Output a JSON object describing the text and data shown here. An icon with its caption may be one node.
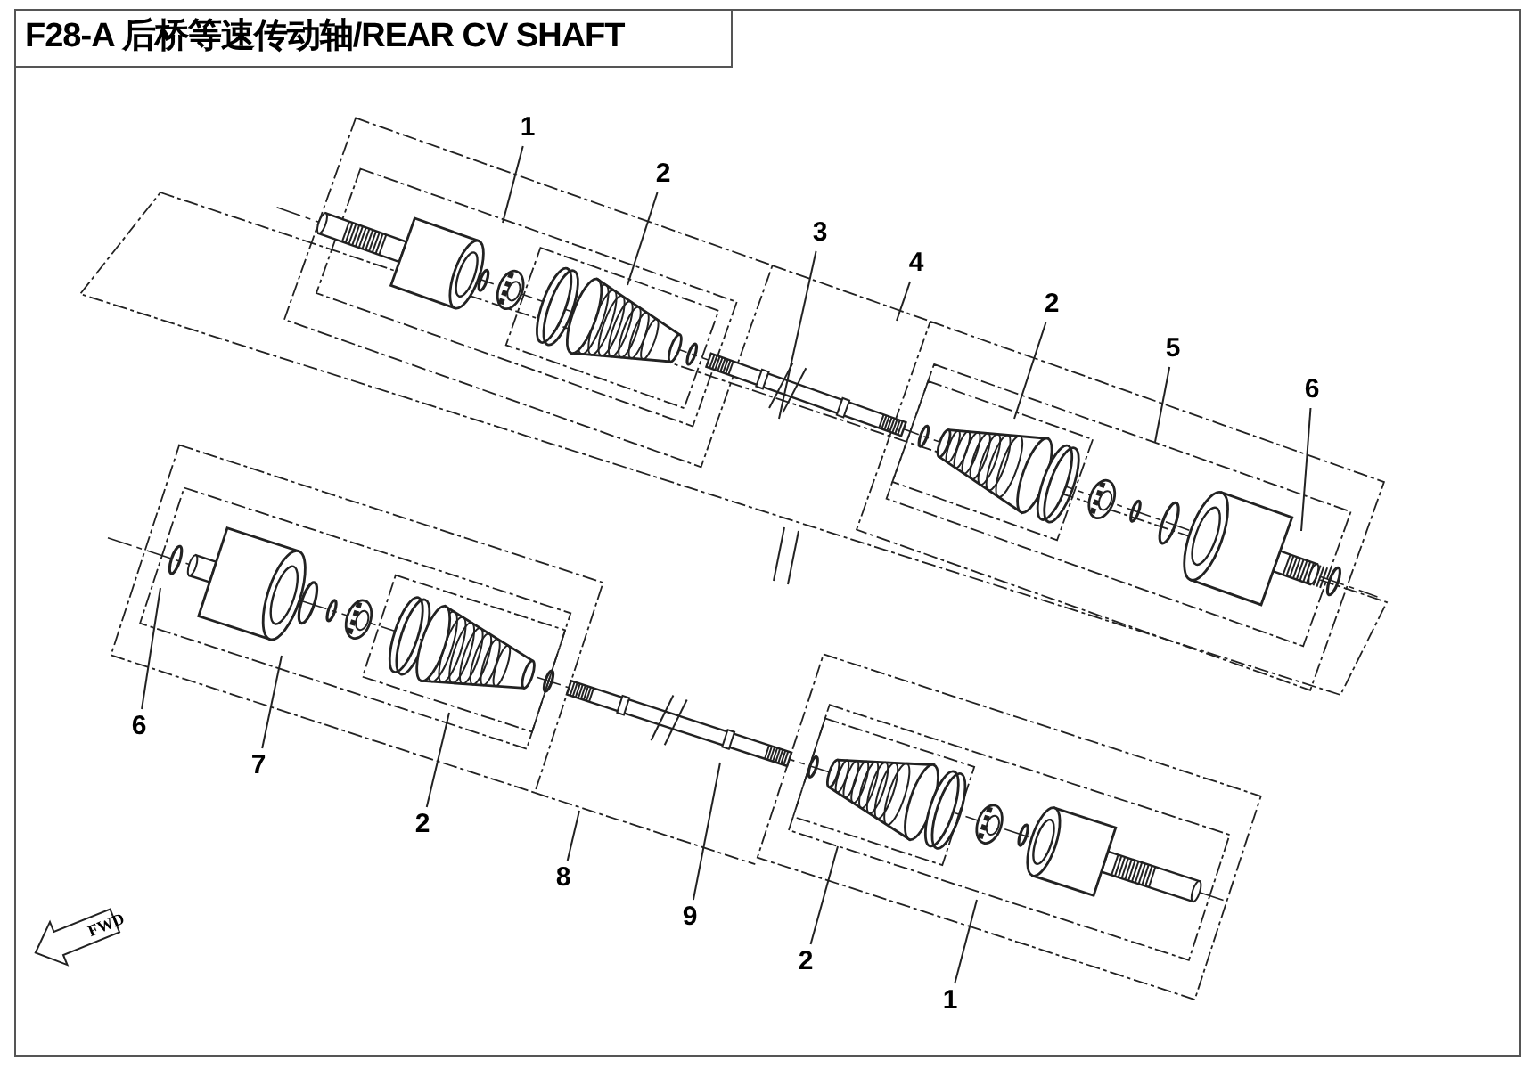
{
  "diagram": {
    "title": "F28-A 后桥等速传动轴/REAR CV SHAFT",
    "nodes": [
      {
        "text": [
          "1"
        ]
      },
      {
        "text": [
          "2"
        ]
      },
      {
        "text": [
          "3"
        ]
      },
      {
        "text": [
          "4"
        ]
      },
      {
        "text": [
          "2"
        ]
      },
      {
        "text": [
          "5"
        ]
      },
      {
        "text": [
          "6"
        ]
      },
      {
        "text": [
          "6"
        ]
      },
      {
        "text": [
          "7"
        ]
      },
      {
        "text": [
          "2"
        ]
      },
      {
        "text": [
          "8"
        ]
      },
      {
        "text": [
          "9"
        ]
      },
      {
        "text": [
          "2"
        ]
      },
      {
        "text": [
          "1"
        ]
      }
    ],
    "edges": [
      {
        "from": 0,
        "to": null,
        "arrow": "none"
      },
      {
        "from": 1,
        "to": null,
        "arrow": "none"
      },
      {
        "from": 2,
        "to": null,
        "arrow": "none"
      },
      {
        "from": 3,
        "to": null,
        "arrow": "none"
      },
      {
        "from": 4,
        "to": null,
        "arrow": "none"
      },
      {
        "from": 5,
        "to": null,
        "arrow": "none"
      },
      {
        "from": 6,
        "to": null,
        "arrow": "none"
      },
      {
        "from": 7,
        "to": null,
        "arrow": "none"
      },
      {
        "from": 8,
        "to": null,
        "arrow": "none"
      },
      {
        "from": 9,
        "to": null,
        "arrow": "none"
      },
      {
        "from": 10,
        "to": null,
        "arrow": "none"
      },
      {
        "from": 11,
        "to": null,
        "arrow": "none"
      },
      {
        "from": 12,
        "to": null,
        "arrow": "none"
      },
      {
        "from": 13,
        "to": null,
        "arrow": "none"
      }
    ],
    "labels": [
      "FWD"
    ]
  }
}
